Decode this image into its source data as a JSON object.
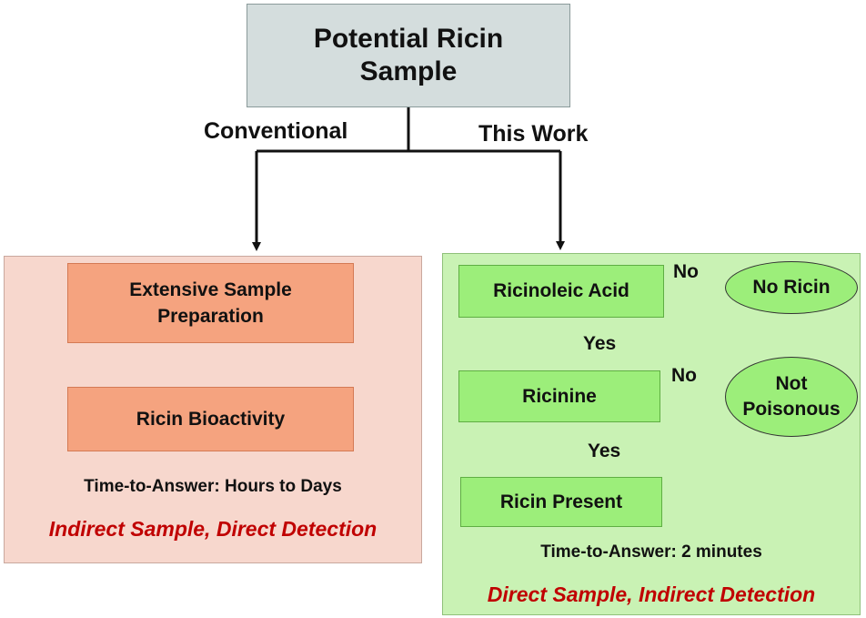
{
  "top": {
    "line1": "Potential Ricin",
    "line2": "Sample"
  },
  "branches": {
    "left": "Conventional",
    "right": "This Work"
  },
  "left_panel": {
    "step1_line1": "Extensive Sample",
    "step1_line2": "Preparation",
    "step2": "Ricin Bioactivity",
    "time": "Time-to-Answer:  Hours to Days",
    "detection": "Indirect Sample, Direct Detection"
  },
  "right_panel": {
    "step1": "Ricinoleic Acid",
    "step2": "Ricinine",
    "step3": "Ricin Present",
    "no_label_1": "No",
    "no_label_2": "No",
    "yes_label_1": "Yes",
    "yes_label_2": "Yes",
    "outcome1": "No Ricin",
    "outcome2_line1": "Not",
    "outcome2_line2": "Poisonous",
    "time": "Time-to-Answer:  2 minutes",
    "detection": "Direct Sample, Indirect Detection"
  },
  "colors": {
    "left_panel_bg": "#f7d7cd",
    "orange_box": "#f5a37f",
    "right_panel_bg": "#c9f2b4",
    "green_box": "#9cee7a",
    "detection_text": "#c00000",
    "left_arrow": "#c8962e",
    "right_arrow": "#333333"
  }
}
